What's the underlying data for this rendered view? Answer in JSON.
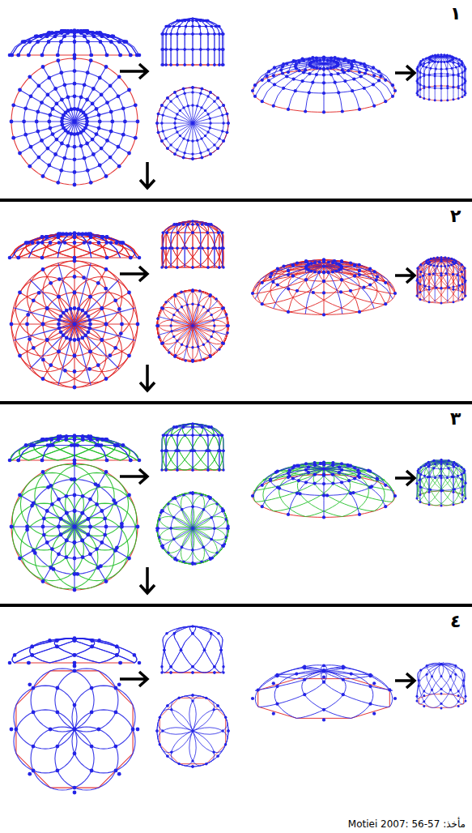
{
  "diagram": {
    "caption": "مأخذ: Motiei 2007: 56-57",
    "labels": [
      "١",
      "٢",
      "٣",
      "٤"
    ]
  }
}
